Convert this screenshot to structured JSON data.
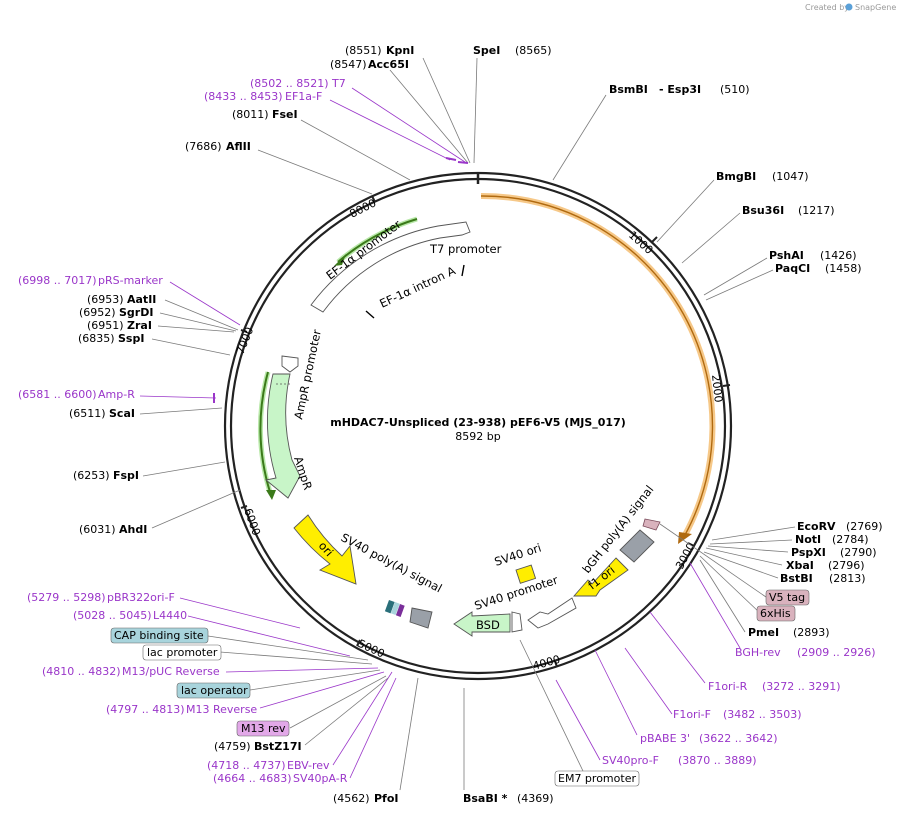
{
  "credit": {
    "prefix": "Created by",
    "brand": "SnapGene"
  },
  "plasmid": {
    "name": "mHDAC7-Unspliced (23-938) pEF6-V5 (MJS_017)",
    "size": "8592 bp"
  },
  "ticks": [
    "1000",
    "2000",
    "3000",
    "4000",
    "5000",
    "6000",
    "7000",
    "8000"
  ],
  "features": {
    "ef1a_promoter": "EF-1α promoter",
    "t7_promoter": "T7 promoter",
    "ef1a_intron": "EF-1α intron A",
    "ampr_promoter": "AmpR promoter",
    "ampr": "AmpR",
    "ori": "ori",
    "sv40_polya": "SV40 poly(A) signal",
    "bsd": "BSD",
    "sv40_promoter": "SV40 promoter",
    "sv40_ori": "SV40 ori",
    "f1_ori": "f1 ori",
    "bgh_polya": "bGH poly(A) signal"
  },
  "sites": [
    {
      "name": "KpnI",
      "pos": "(8551)"
    },
    {
      "name": "Acc65I",
      "pos": "(8547)"
    },
    {
      "name": "SpeI",
      "pos": "(8565)"
    },
    {
      "name": "BsmBI",
      "pos": ""
    },
    {
      "name": "- Esp3I",
      "pos": "(510)"
    },
    {
      "name": "FseI",
      "pos": "(8011)"
    },
    {
      "name": "AflII",
      "pos": "(7686)"
    },
    {
      "name": "BmgBI",
      "pos": "(1047)"
    },
    {
      "name": "Bsu36I",
      "pos": "(1217)"
    },
    {
      "name": "PshAI",
      "pos": "(1426)"
    },
    {
      "name": "PaqCI",
      "pos": "(1458)"
    },
    {
      "name": "AatII",
      "pos": "(6953)"
    },
    {
      "name": "SgrDI",
      "pos": "(6952)"
    },
    {
      "name": "ZraI",
      "pos": "(6951)"
    },
    {
      "name": "SspI",
      "pos": "(6835)"
    },
    {
      "name": "ScaI",
      "pos": "(6511)"
    },
    {
      "name": "FspI",
      "pos": "(6253)"
    },
    {
      "name": "AhdI",
      "pos": "(6031)"
    },
    {
      "name": "EcoRV",
      "pos": "(2769)"
    },
    {
      "name": "NotI",
      "pos": "(2784)"
    },
    {
      "name": "PspXI",
      "pos": "(2790)"
    },
    {
      "name": "XbaI",
      "pos": "(2796)"
    },
    {
      "name": "BstBI",
      "pos": "(2813)"
    },
    {
      "name": "PmeI",
      "pos": "(2893)"
    },
    {
      "name": "BstZ17I",
      "pos": "(4759)"
    },
    {
      "name": "PfoI",
      "pos": "(4562)"
    },
    {
      "name": "BsaBI *",
      "pos": "(4369)"
    }
  ],
  "primers": [
    {
      "range": "(8502 .. 8521)",
      "name": "T7"
    },
    {
      "range": "(8433 .. 8453)",
      "name": "EF1a-F"
    },
    {
      "range": "(6998 .. 7017)",
      "name": "pRS-marker"
    },
    {
      "range": "(6581 .. 6600)",
      "name": "Amp-R"
    },
    {
      "range": "(5279 .. 5298)",
      "name": "pBR322ori-F"
    },
    {
      "range": "(5028 .. 5045)",
      "name": "L4440"
    },
    {
      "range": "(4810 .. 4832)",
      "name": "M13/pUC Reverse"
    },
    {
      "range": "(4797 .. 4813)",
      "name": "M13 Reverse"
    },
    {
      "range": "(4718 .. 4737)",
      "name": "EBV-rev"
    },
    {
      "range": "(4664 .. 4683)",
      "name": "SV40pA-R"
    },
    {
      "name": "BGH-rev",
      "range": "(2909 .. 2926)"
    },
    {
      "name": "F1ori-R",
      "range": "(3272 .. 3291)"
    },
    {
      "name": "F1ori-F",
      "range": "(3482 .. 3503)"
    },
    {
      "name": "pBABE 3'",
      "range": "(3622 .. 3642)"
    },
    {
      "name": "SV40pro-F",
      "range": "(3870 .. 3889)"
    }
  ],
  "badges": [
    {
      "label": "CAP binding site",
      "color": "#a8d4dc"
    },
    {
      "label": "lac promoter",
      "color": "#ffffff"
    },
    {
      "label": "lac operator",
      "color": "#a8d4dc"
    },
    {
      "label": "M13 rev",
      "color": "#e2a8e8"
    },
    {
      "label": "V5 tag",
      "color": "#d9b2bd"
    },
    {
      "label": "6xHis",
      "color": "#d9b2bd"
    },
    {
      "label": "EM7 promoter",
      "color": "#ffffff"
    }
  ],
  "colors": {
    "promoter": "#ffffff",
    "ampr": "#c8f5c8",
    "ori": "#ffee00",
    "cds": "#f5c57a",
    "primer": "#9a36c9",
    "terminator": "#9aa0a8"
  }
}
